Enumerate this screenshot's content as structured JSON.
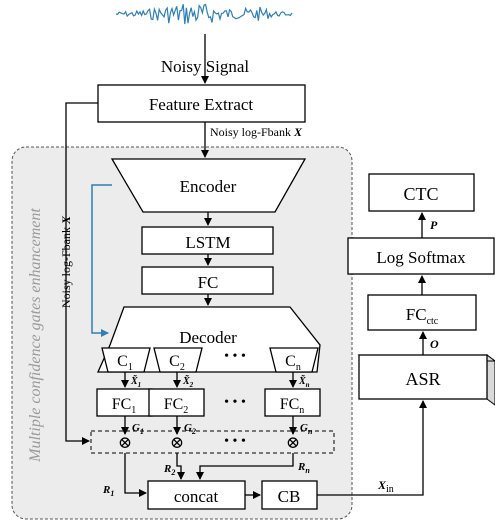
{
  "signal_label": "Noisy Signal",
  "feature_extract": "Feature Extract",
  "noisy_x_edge": "Noisy log-Fbank X",
  "side_edge": "Noisy log-Fbank X",
  "group_label": "Multiple confidence gates enhancement",
  "encoder": "Encoder",
  "lstm": "LSTM",
  "fc": "FC",
  "decoder": "Decoder",
  "heads": [
    {
      "base": "C",
      "sub": "1",
      "xt_sub": "1",
      "fc_sub": "1",
      "g_sub": "1",
      "r_sub": "1"
    },
    {
      "base": "C",
      "sub": "2",
      "xt_sub": "2",
      "fc_sub": "2",
      "g_sub": "2",
      "r_sub": "2"
    },
    {
      "base": "C",
      "sub": "n",
      "xt_sub": "n",
      "fc_sub": "n",
      "g_sub": "n",
      "r_sub": "n"
    }
  ],
  "ellipsis": "• • •",
  "fc_base": "FC",
  "x_tilde": "X̃",
  "g_base": "G",
  "r_base": "R",
  "otimes": "⊗",
  "concat": "concat",
  "cb": "CB",
  "x_in": {
    "base": "X",
    "sub": "in"
  },
  "asr": "ASR",
  "o_label": "O",
  "fc_ctc": {
    "base": "FC",
    "sub": "ctc"
  },
  "log_softmax": "Log Softmax",
  "p_label": "P",
  "ctc": "CTC",
  "colors": {
    "waveform": "#2c7fb8",
    "skip_arrow": "#2c7fb8",
    "group_fill": "#ececec"
  }
}
